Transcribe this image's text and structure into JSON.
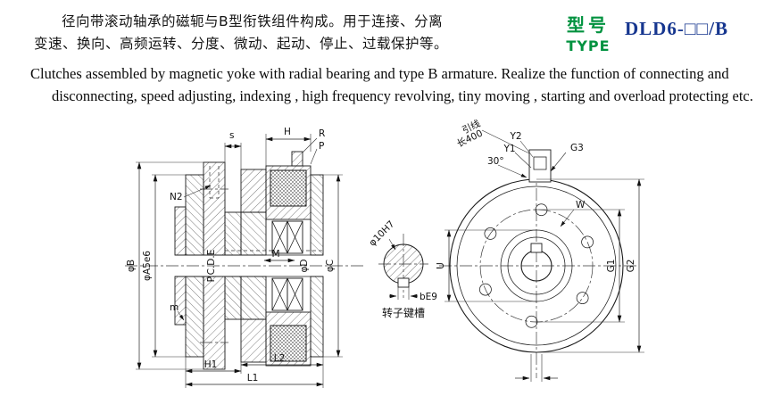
{
  "colors": {
    "green": "#00923f",
    "navy": "#16368f",
    "ink": "#111111"
  },
  "header": {
    "cn_line1": "径向带滚动轴承的磁轭与B型衔铁组件构成。用于连接、分离",
    "cn_line2": "变速、换向、高频运转、分度、微动、起动、停止、过载保护等。",
    "type_cn": "型号",
    "type_en": "TYPE",
    "model": "DLD6-□□/B",
    "en_line1": "Clutches assembled by magnetic yoke with radial bearing and type B armature. Realize the function of connecting and",
    "en_line2": "disconnecting, speed adjusting, indexing , high frequency revolving, tiny moving , starting and overload protecting etc."
  },
  "left_view": {
    "labels": {
      "s": "s",
      "H": "H",
      "R": "R",
      "P": "P",
      "N2": "N2",
      "phi_b": "φB",
      "phi_a": "φA5e6",
      "pcd": "P.C.D.E",
      "M": "M",
      "phi_d": "φD",
      "phi_c": "φC",
      "m": "m",
      "H1": "H1",
      "L2": "L2",
      "L1": "L1"
    }
  },
  "detail_view": {
    "labels": {
      "dia": "φ10H7",
      "key": "bE9"
    },
    "caption": "转子键槽"
  },
  "right_view": {
    "labels": {
      "lead": "引线",
      "lead_len": "长400",
      "angle": "30°",
      "Y2": "Y2",
      "Y1": "Y1",
      "G3": "G3",
      "W": "W",
      "G1": "G1",
      "G2": "G2",
      "U": "U"
    }
  }
}
